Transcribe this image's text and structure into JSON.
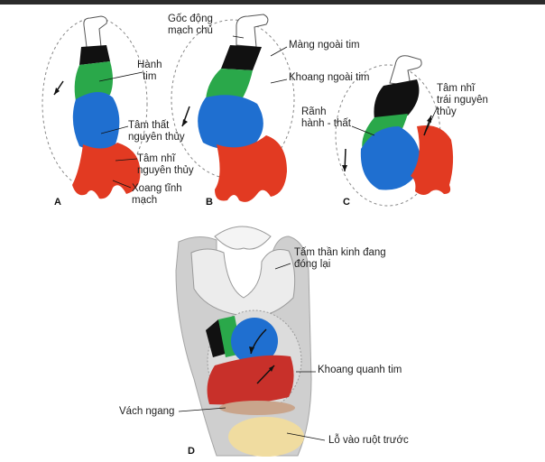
{
  "panels": {
    "a": "A",
    "b": "B",
    "c": "C",
    "d": "D"
  },
  "labels": {
    "hanh_tim": [
      "Hành",
      "tim"
    ],
    "tam_that": [
      "Tâm thất",
      "nguyên thủy"
    ],
    "tam_nhi": [
      "Tâm nhĩ",
      "nguyên thủy"
    ],
    "xoang_tinh_mach": [
      "Xoang tĩnh",
      "mạch"
    ],
    "goc_dong_mach": [
      "Gốc động",
      "mạch chủ"
    ],
    "mang_ngoai_tim": "Màng ngoài tim",
    "khoang_ngoai_tim": "Khoang ngoài tim",
    "ranh_hanh_that": [
      "Rãnh",
      "hành - thất"
    ],
    "tam_nhi_trai": [
      "Tâm nhĩ",
      "trái nguyên",
      "thủy"
    ],
    "tam_than_kinh": [
      "Tấm thần kinh đang",
      "đóng lại"
    ],
    "khoang_quanh_tim": "Khoang quanh tim",
    "vach_ngang": "Vách ngang",
    "lo_vao_ruot": "Lỗ vào ruột trước"
  },
  "colors": {
    "truncus": "#111111",
    "bulbus": "#2aa84a",
    "ventricle": "#1f6fd0",
    "atrium": "#e23a22",
    "septum": "#c9a58c",
    "gut": "#f0dca0",
    "embryo": "#cfcfcf"
  }
}
